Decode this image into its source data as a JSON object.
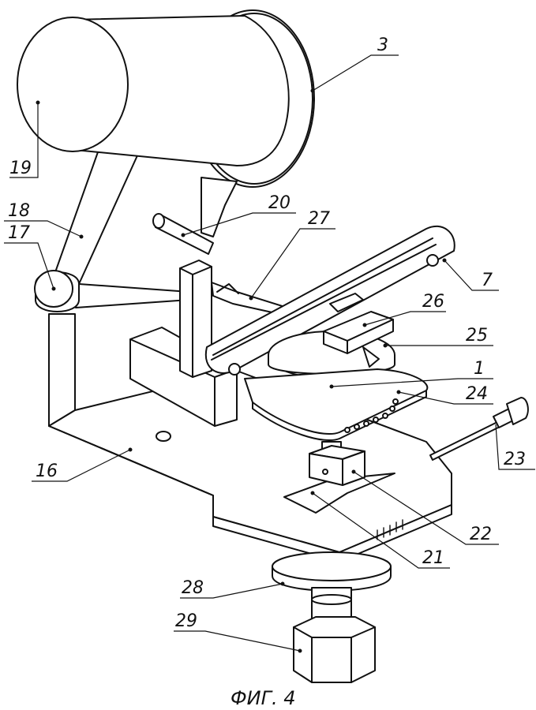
{
  "caption": "ФИГ. 4",
  "labels": [
    {
      "id": "3",
      "text": "3"
    },
    {
      "id": "19",
      "text": "19"
    },
    {
      "id": "18",
      "text": "18"
    },
    {
      "id": "17",
      "text": "17"
    },
    {
      "id": "20",
      "text": "20"
    },
    {
      "id": "27",
      "text": "27"
    },
    {
      "id": "7",
      "text": "7"
    },
    {
      "id": "26",
      "text": "26"
    },
    {
      "id": "25",
      "text": "25"
    },
    {
      "id": "1",
      "text": "1"
    },
    {
      "id": "24",
      "text": "24"
    },
    {
      "id": "23",
      "text": "23"
    },
    {
      "id": "16",
      "text": "16"
    },
    {
      "id": "22",
      "text": "22"
    },
    {
      "id": "21",
      "text": "21"
    },
    {
      "id": "28",
      "text": "28"
    },
    {
      "id": "29",
      "text": "29"
    }
  ]
}
